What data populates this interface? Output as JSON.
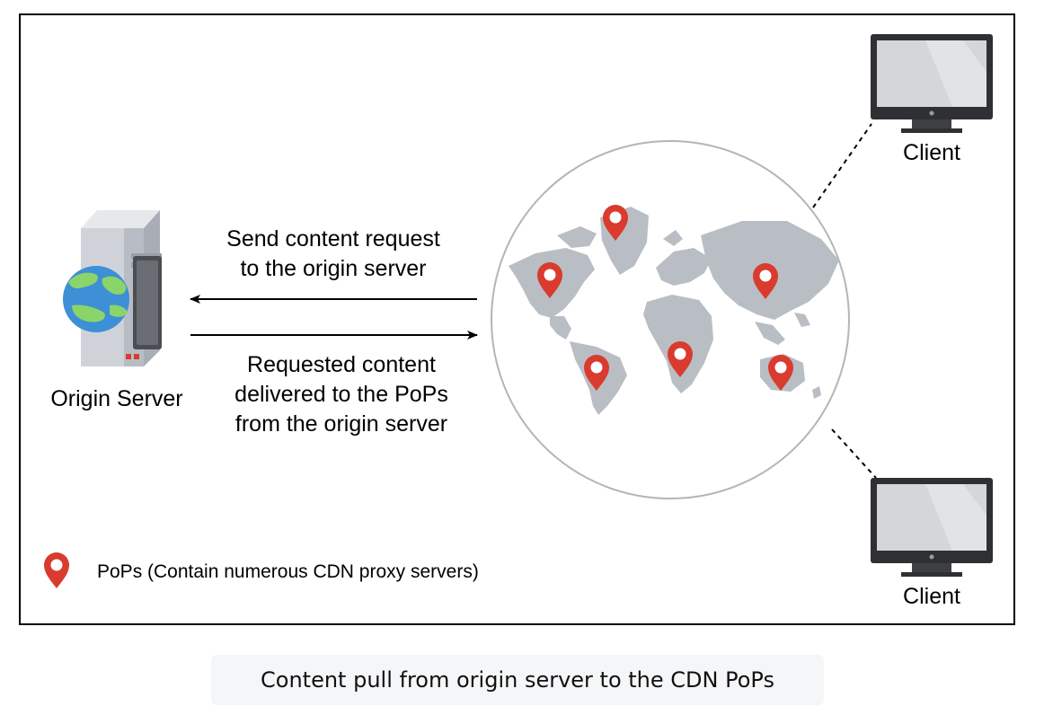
{
  "diagram": {
    "origin_label": "Origin Server",
    "request_line1": "Send content request",
    "request_line2": "to the origin server",
    "response_line1": "Requested content",
    "response_line2": "delivered to the PoPs",
    "response_line3": "from the origin server",
    "client_top_label": "Client",
    "client_bottom_label": "Client",
    "legend_label": "PoPs (Contain numerous CDN proxy servers)",
    "pop_color": "#d93b2f",
    "map_color": "#b9bec4",
    "pop_count": 6
  },
  "caption": "Content pull from origin server to the CDN PoPs"
}
